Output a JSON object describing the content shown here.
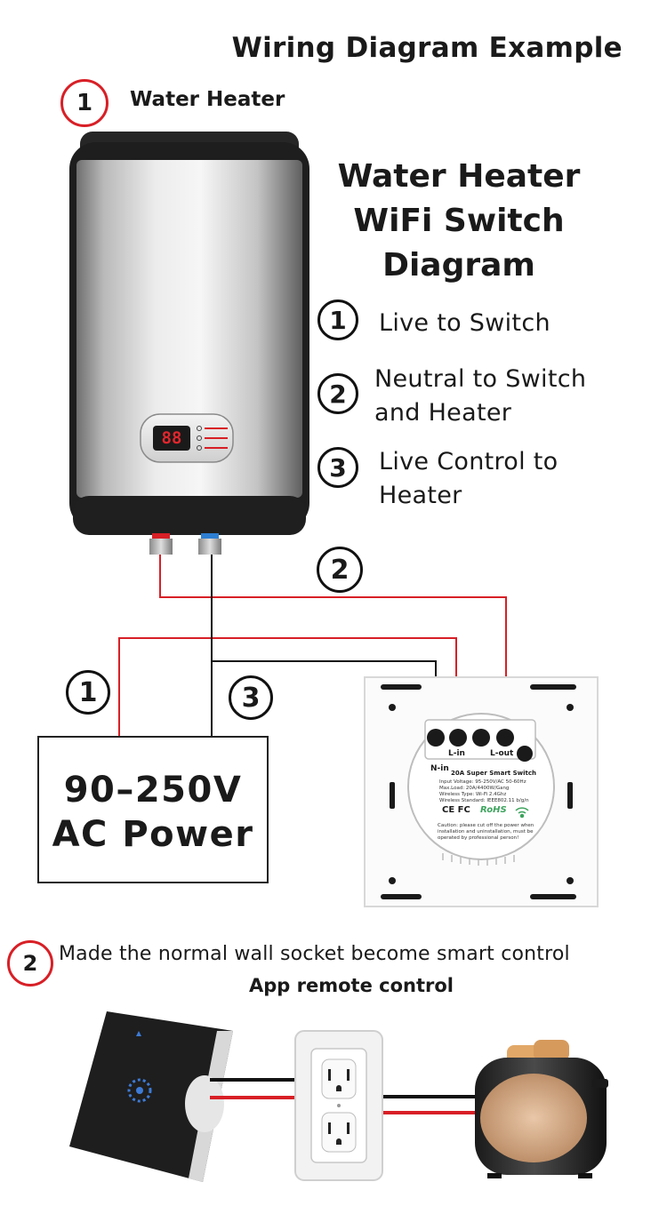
{
  "title": "Wiring Diagram Example",
  "section1": {
    "number": "1",
    "label": "Water Heater"
  },
  "heater_display": "88",
  "diagram_title": {
    "line1": "Water Heater",
    "line2": "WiFi Switch",
    "line3": "Diagram"
  },
  "legend": [
    {
      "number": "1",
      "line1": "Live to Switch",
      "line2": ""
    },
    {
      "number": "2",
      "line1": "Neutral to Switch",
      "line2": "and Heater"
    },
    {
      "number": "3",
      "line1": "Live Control to",
      "line2": "Heater"
    }
  ],
  "wire_markers": {
    "neutral": "2",
    "live": "1",
    "control": "3"
  },
  "power": {
    "line1": "90–250V",
    "line2": "AC Power"
  },
  "switch_module": {
    "terminal_l_in": "L-in",
    "terminal_l_out": "L-out",
    "terminal_n_in": "N-in",
    "model": "20A Super Smart Switch",
    "specs": [
      "Input Voltage: 95-250V/AC 50-60Hz",
      "Max.Load: 20A/4400W/Gang",
      "Wireless Type: Wi-Fi 2.4Ghz",
      "Wireless Standard: IEEE802.11 b/g/n"
    ],
    "certifications": "CE FC",
    "rohs": "RoHS",
    "caution": [
      "Caution: please cut off the power when",
      "installation and uninstallation, must be",
      "operated by professional person!"
    ]
  },
  "section2": {
    "number": "2",
    "text": "Made the normal wall socket become smart control",
    "subtext": "App remote control"
  },
  "colors": {
    "wire_red": "#d81f26",
    "wire_black": "#111111",
    "circle_red": "#d81f26"
  }
}
